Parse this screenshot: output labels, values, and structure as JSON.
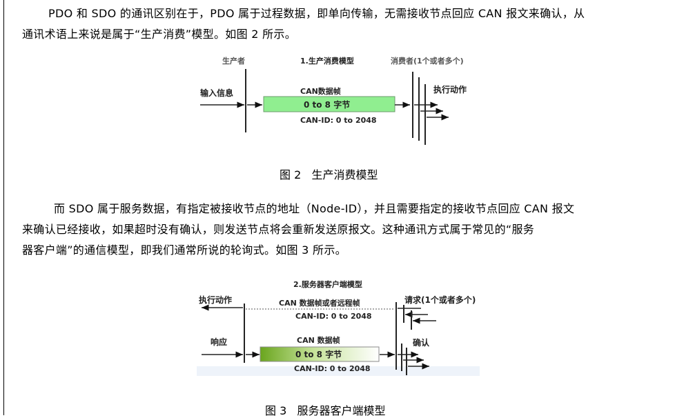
{
  "document": {
    "paragraph1": {
      "lines": [
        "PDO 和 SDO 的通讯区别在于，PDO 属于过程数据，即单向传输，无需接收节点回应 CAN 报文来确认，从",
        "通讯术语上来说是属于“生产消费”模型。如图 2 所示。"
      ]
    },
    "figure2": {
      "caption": "图 2   生产消费模型",
      "title": "1.生产消费模型",
      "producer_label": "生产者",
      "consumer_label": "消费者(1个或者多个)",
      "input_label": "输入信息",
      "action_label": "执行动作",
      "frame_label": "CAN数据帧",
      "frame_bytes": "0 to 8 字节",
      "can_id": "CAN-ID: 0 to 2048",
      "frame_color": "#90ee90"
    },
    "paragraph2": {
      "lines": [
        "而 SDO 属于服务数据，有指定被接收节点的地址（Node-ID），并且需要指定的接收节点回应 CAN 报文",
        "来确认已经接收，如果超时没有确认，则发送节点将会重新发送原报文。这种通讯方式属于常见的“服务",
        "器客户端”的通信模型，即我们通常所说的轮询式。如图 3 所示。"
      ]
    },
    "figure3": {
      "caption": "图 3   服务器客户端模型",
      "title": "2.服务器客户端模型",
      "action_label": "执行动作",
      "request_label": "请求(1个或者多个)",
      "remote_label": "CAN 数据帧或者远程帧",
      "remote_can_id": "CAN-ID: 0 to 2048",
      "response_label": "响应",
      "confirm_label": "确认",
      "frame_label": "CAN 数据帧",
      "frame_bytes": "0 to 8 字节",
      "frame_can_id": "CAN-ID: 0 to 2048",
      "frame_gradient_start": "#6aa51e",
      "frame_gradient_end": "#ffffff"
    }
  }
}
